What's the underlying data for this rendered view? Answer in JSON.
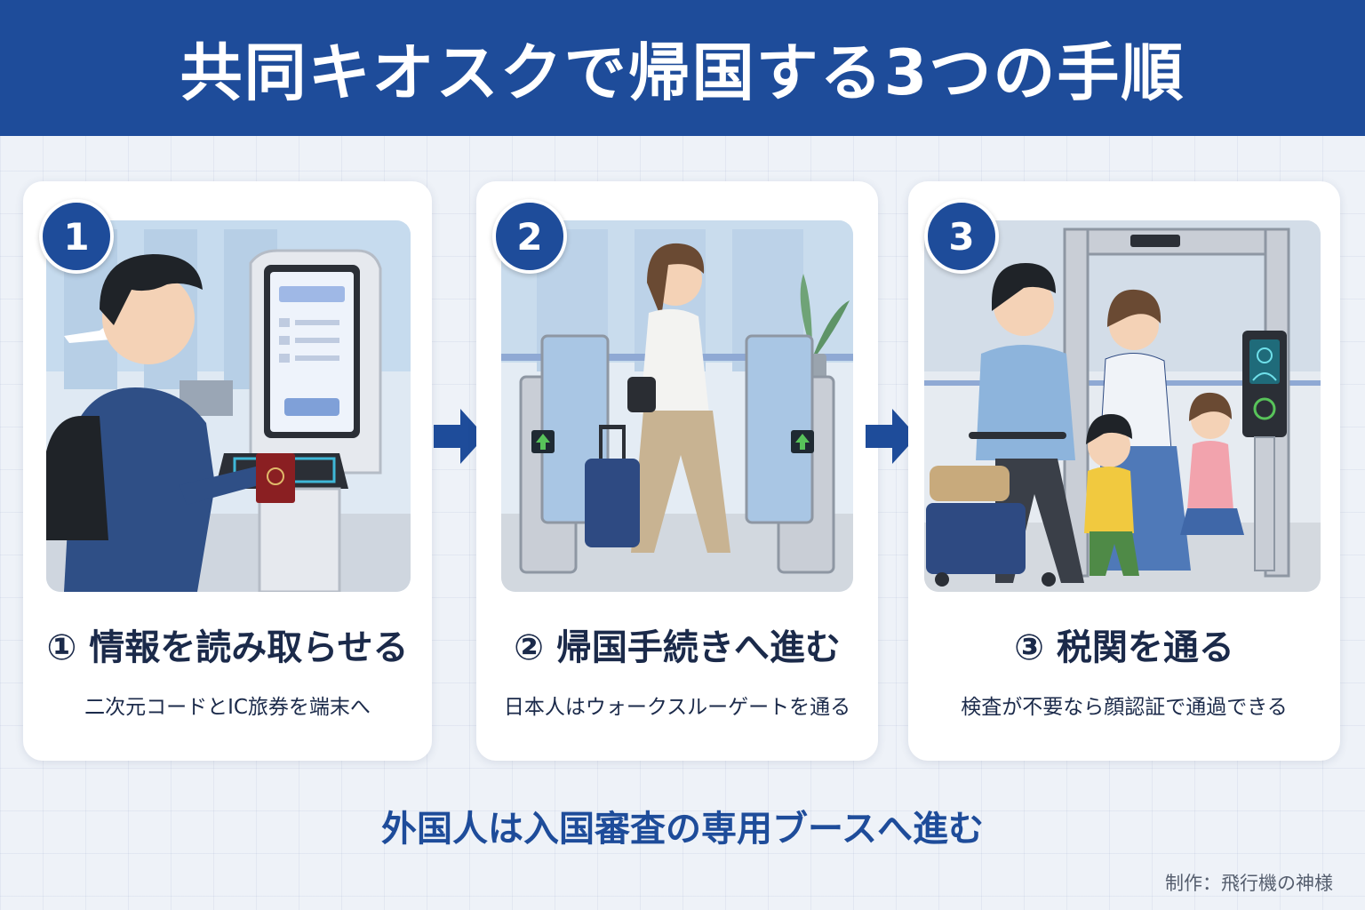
{
  "header": {
    "title": "共同キオスクで帰国する3つの手順"
  },
  "steps": [
    {
      "badge": "1",
      "title": "① 情報を読み取らせる",
      "desc": "二次元コードとIC旅券を端末へ"
    },
    {
      "badge": "2",
      "title": "② 帰国手続きへ進む",
      "desc": "日本人はウォークスルーゲートを通る"
    },
    {
      "badge": "3",
      "title": "③ 税関を通る",
      "desc": "検査が不要なら顔認証で通過できる"
    }
  ],
  "footer": {
    "note": "外国人は入国審査の専用ブースへ進む",
    "credit": "制作：飛行機の神様"
  },
  "colors": {
    "primary": "#1e4c9a",
    "text_dark": "#1b2a4a",
    "background": "#eef2f8",
    "card": "#ffffff"
  },
  "icons": [
    "arrow-right-icon",
    "arrow-right-icon"
  ]
}
